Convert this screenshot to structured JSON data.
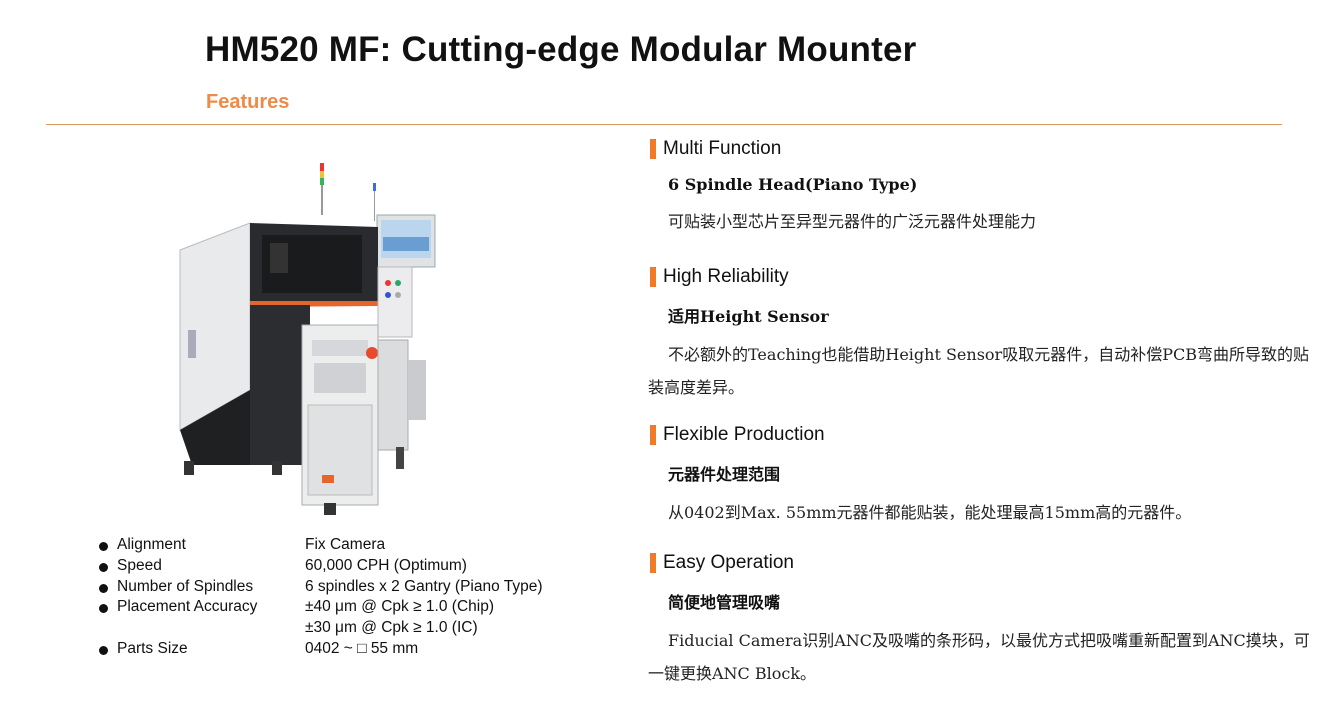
{
  "page": {
    "title": "HM520 MF: Cutting-edge Modular Mounter",
    "subtitle": "Features"
  },
  "specs": [
    {
      "label": "Alignment",
      "value": "Fix Camera"
    },
    {
      "label": "Speed",
      "value": "60,000  CPH (Optimum)"
    },
    {
      "label": "Number of Spindles",
      "value": "6 spindles x 2 Gantry (Piano Type)"
    },
    {
      "label": "Placement Accuracy",
      "value": "±40 μm @ Cpk ≥ 1.0 (Chip)"
    },
    {
      "label": "",
      "value": "±30 μm @ Cpk ≥ 1.0 (IC)"
    },
    {
      "label": "Parts Size",
      "value": "0402 ~ □ 55 mm"
    }
  ],
  "features": [
    {
      "heading": "Multi Function",
      "sub": "6 Spindle Head(Piano Type)",
      "desc": "可贴装小型芯片至异型元器件的广泛元器件处理能力"
    },
    {
      "heading": "High Reliability",
      "sub": "适用Height Sensor",
      "desc": "不必额外的Teaching也能借助Height Sensor吸取元器件，自动补偿PCB弯曲所导致的贴装高度差异。"
    },
    {
      "heading": "Flexible Production",
      "sub": "元器件处理范围",
      "desc": "从0402到Max. 55mm元器件都能贴装，能处理最高15mm高的元器件。"
    },
    {
      "heading": "Easy Operation",
      "sub": "简便地管理吸嘴",
      "desc": "Fiducial Camera识别ANC及吸嘴的条形码，以最优方式把吸嘴重新配置到ANC摸块，可一键更换ANC Block。"
    }
  ],
  "colors": {
    "accent": "#ef7a2a",
    "subtitle": "#ef8a47",
    "rule": "#d59a5e"
  }
}
